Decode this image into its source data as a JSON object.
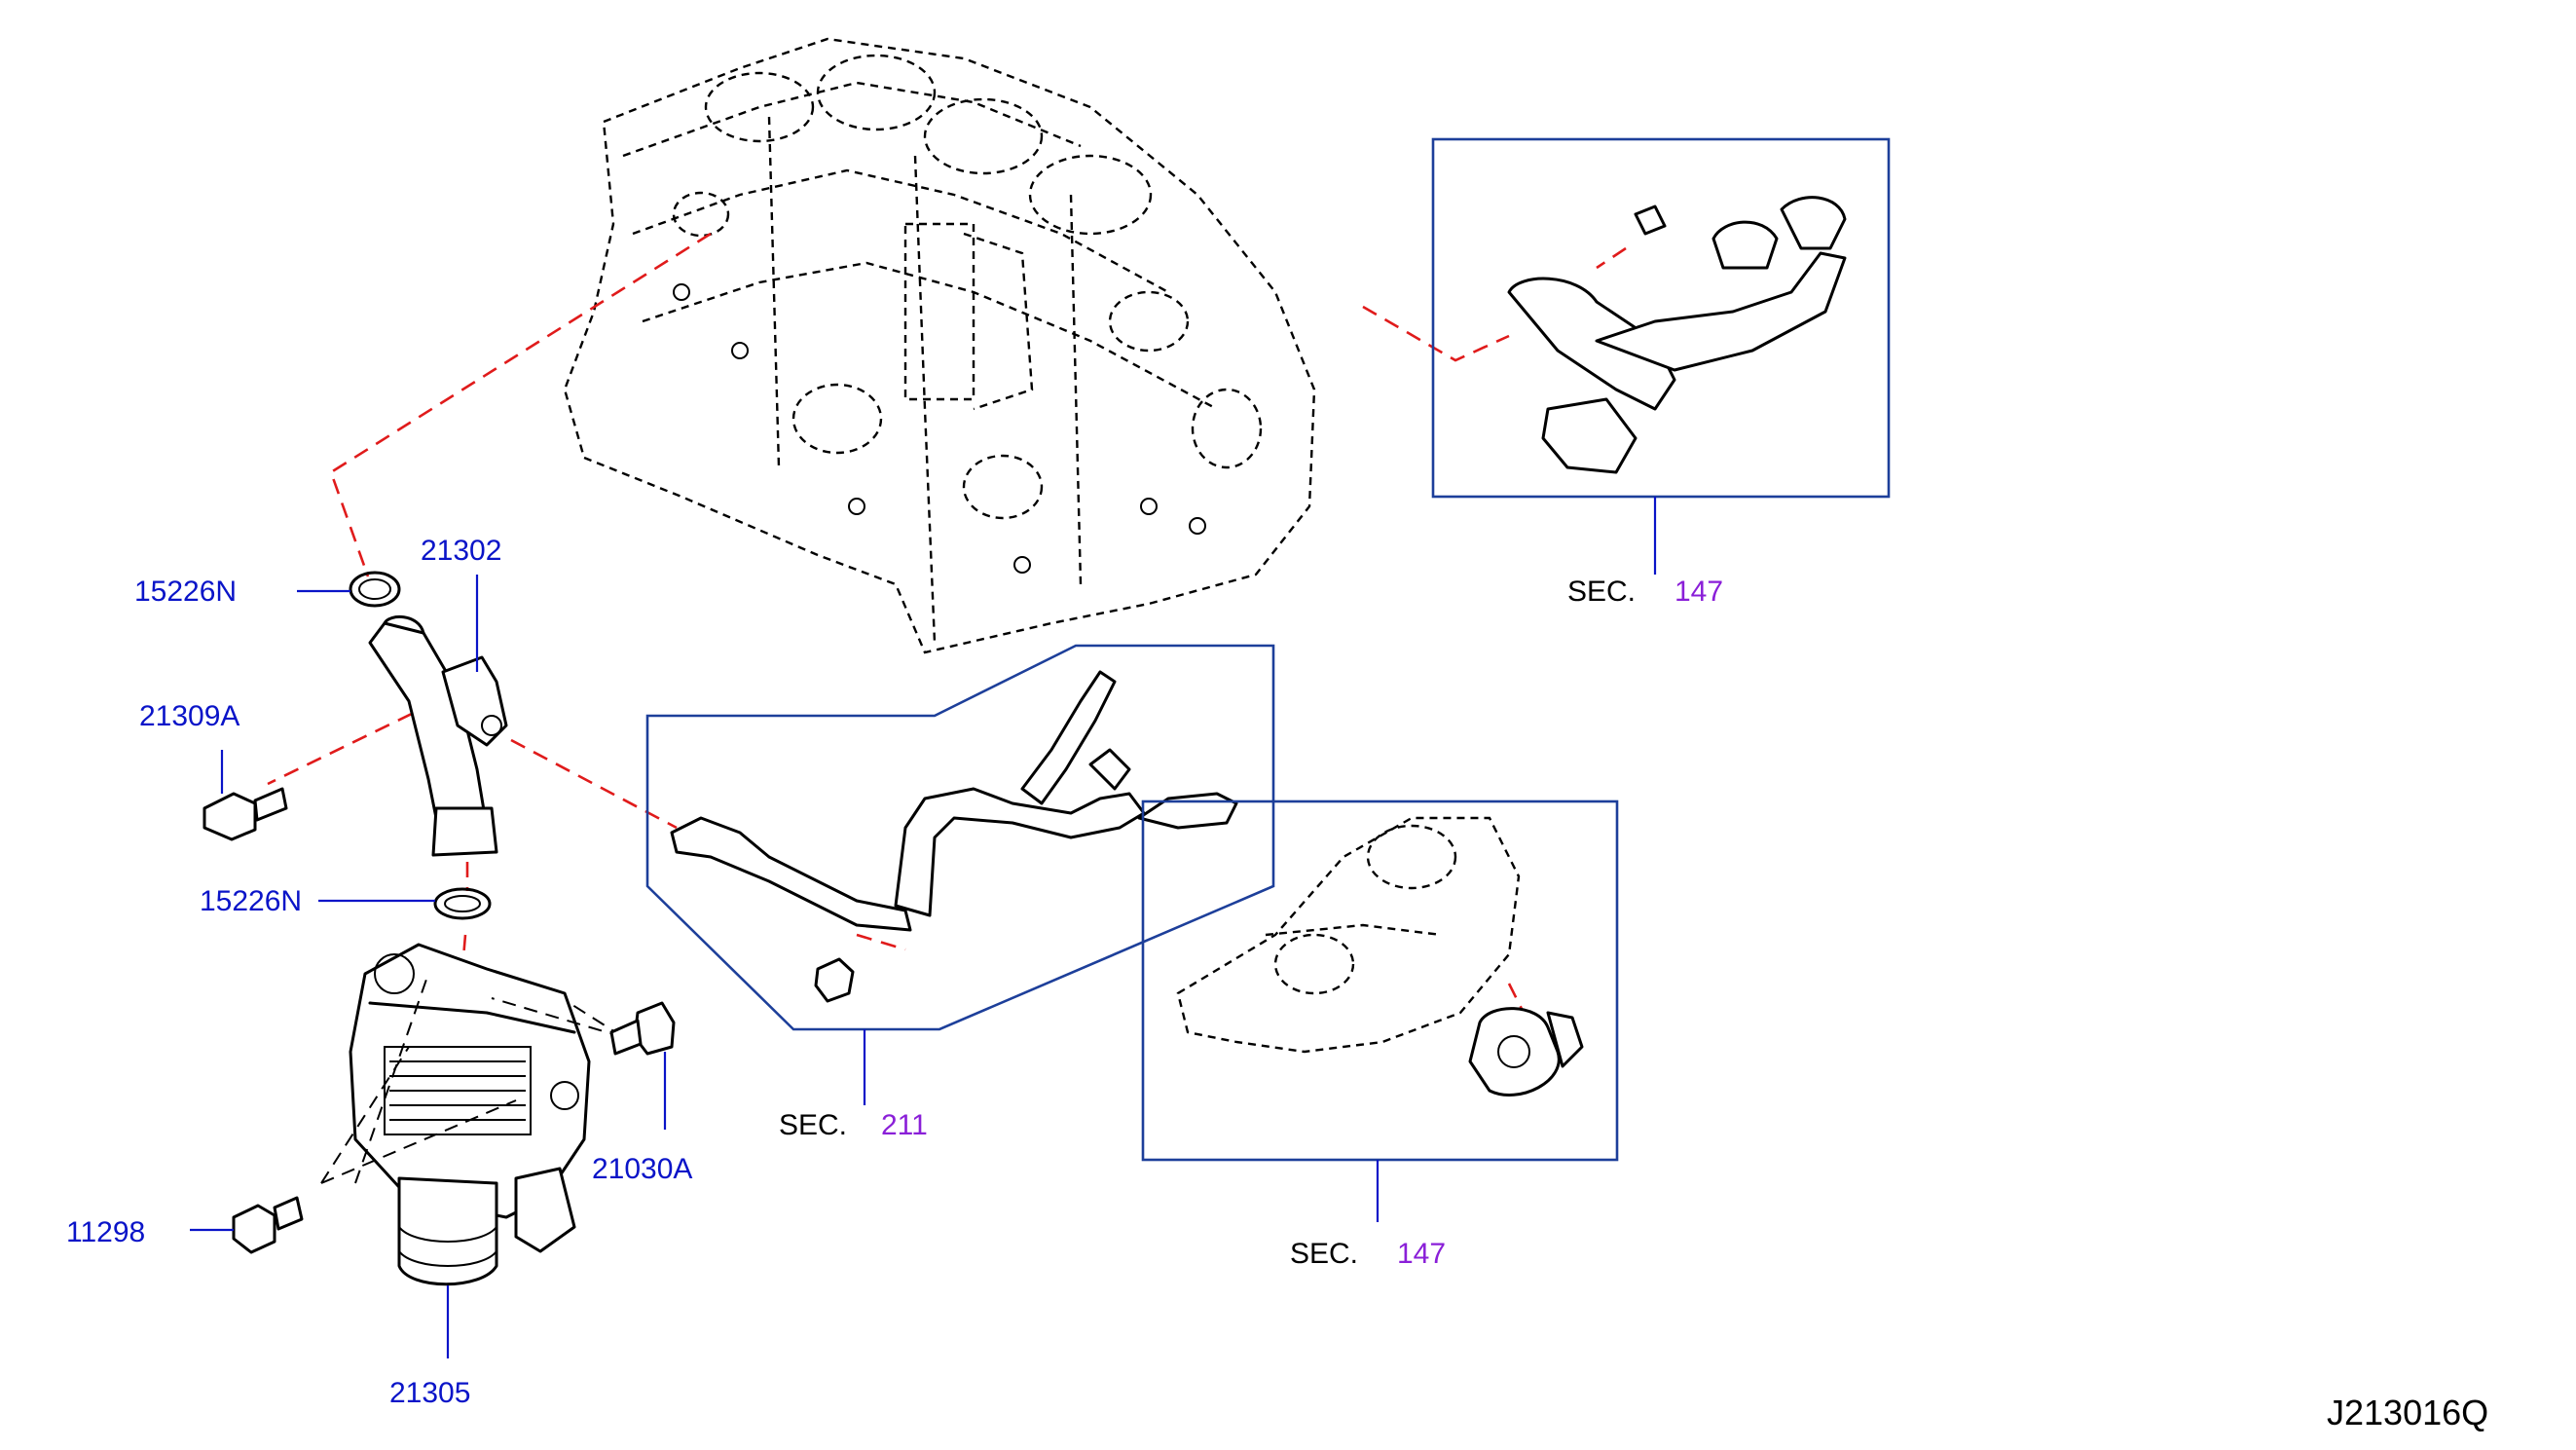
{
  "diagram": {
    "drawing_code": "J213016Q",
    "part_numbers": {
      "p15226N_top": "15226N",
      "p21302": "21302",
      "p21309A": "21309A",
      "p15226N_bottom": "15226N",
      "p11298": "11298",
      "p21030A": "21030A",
      "p21305": "21305"
    },
    "section_refs": [
      {
        "prefix": "SEC.",
        "number": "147"
      },
      {
        "prefix": "SEC.",
        "number": "211"
      },
      {
        "prefix": "SEC.",
        "number": "147"
      }
    ],
    "colors": {
      "part_label": "#0a14c8",
      "section_number": "#8a1fd8",
      "box_border": "#1d3f9a",
      "connection_line": "#e01b1b",
      "line_art": "#000000"
    }
  }
}
